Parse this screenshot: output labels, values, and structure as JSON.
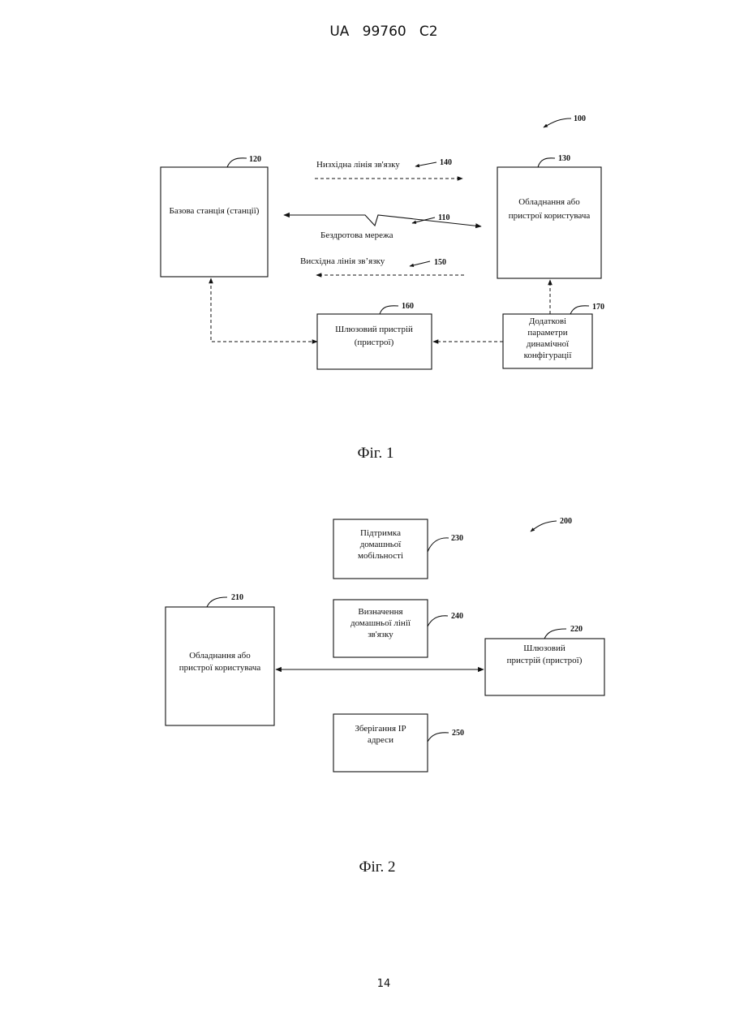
{
  "header": {
    "doc_number": "UA   99760   C2"
  },
  "footer": {
    "page_number": "14"
  },
  "fig1": {
    "caption": "Фіг. 1",
    "ref_system": "100",
    "base_station": {
      "ref": "120",
      "label": "Базова станція (станції)"
    },
    "user_equipment": {
      "ref": "130",
      "lines": [
        "Обладнання або",
        "пристрої користувача"
      ]
    },
    "downlink": {
      "ref": "140",
      "label": "Низхідна лінія зв'язку"
    },
    "wireless": {
      "ref": "110",
      "label": "Бездротова мережа"
    },
    "uplink": {
      "ref": "150",
      "label": "Висхідна лінія зв’язку"
    },
    "gateway": {
      "ref": "160",
      "lines": [
        "Шлюзовий пристрій",
        "(пристрої)"
      ]
    },
    "dynamic_params": {
      "ref": "170",
      "lines": [
        "Додаткові",
        "параметри",
        "динамічної",
        "конфігурації"
      ]
    }
  },
  "fig2": {
    "caption": "Фіг. 2",
    "ref_system": "200",
    "user_equipment": {
      "ref": "210",
      "lines": [
        "Обладнання або",
        "пристрої користувача"
      ]
    },
    "gateway": {
      "ref": "220",
      "lines": [
        "Шлюзовий",
        "пристрій (пристрої)"
      ]
    },
    "home_mobility": {
      "ref": "230",
      "lines": [
        "Підтримка",
        "домашньої",
        "мобільності"
      ]
    },
    "home_link": {
      "ref": "240",
      "lines": [
        "Визначення",
        "домашньої лінії",
        "зв'язку"
      ]
    },
    "ip_storage": {
      "ref": "250",
      "lines": [
        "Зберігання IP",
        "адреси"
      ]
    }
  }
}
